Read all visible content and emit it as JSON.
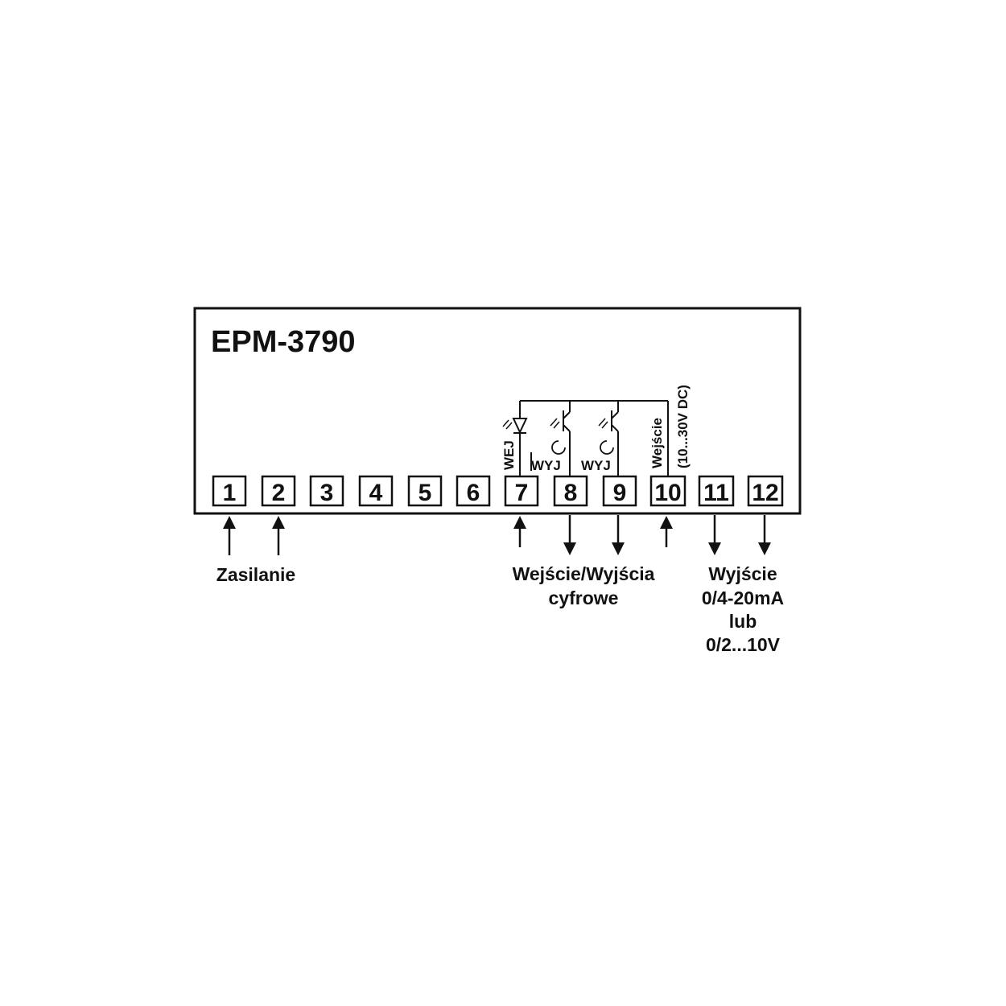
{
  "device": {
    "title": "EPM-3790"
  },
  "terminals": [
    {
      "number": "1"
    },
    {
      "number": "2"
    },
    {
      "number": "3"
    },
    {
      "number": "4"
    },
    {
      "number": "5"
    },
    {
      "number": "6"
    },
    {
      "number": "7"
    },
    {
      "number": "8"
    },
    {
      "number": "9"
    },
    {
      "number": "10"
    },
    {
      "number": "11"
    },
    {
      "number": "12"
    }
  ],
  "circuit": {
    "input_label": "WEJ",
    "output_label_1": "WYJ",
    "output_label_2": "WYJ",
    "voltage_input_label": "Wejście",
    "voltage_range_label": "(10...30V DC)"
  },
  "groups": {
    "power": "Zasilanie",
    "digital_line1": "Wejście/Wyjścia",
    "digital_line2": "cyfrowe",
    "analog_line1": "Wyjście",
    "analog_line2": "0/4-20mA",
    "analog_line3": "lub",
    "analog_line4": "0/2...10V"
  },
  "colors": {
    "stroke": "#111111",
    "background": "#ffffff"
  }
}
